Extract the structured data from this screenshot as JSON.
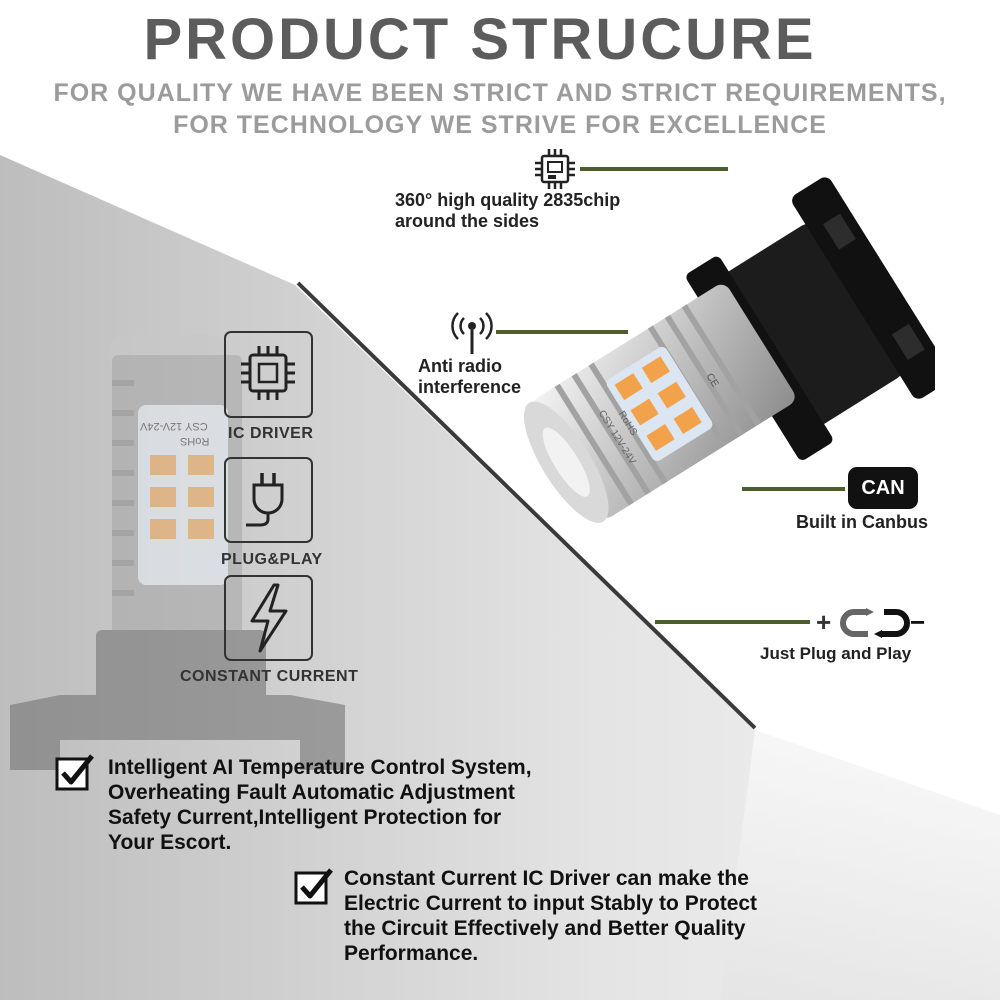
{
  "header": {
    "title": "PRODUCT STRUCURE",
    "subtitle_line1": "FOR QUALITY WE HAVE BEEN STRICT AND STRICT REQUIREMENTS,",
    "subtitle_line2": "FOR TECHNOLOGY WE STRIVE FOR EXCELLENCE"
  },
  "features": {
    "chip_line1": "360° high quality 2835chip",
    "chip_line2": "around the sides",
    "radio_line1": "Anti radio",
    "radio_line2": "interference",
    "can_badge": "CAN",
    "canbus_label": "Built in Canbus",
    "plug_label": "Just Plug and Play",
    "plus_sign": "+",
    "minus_sign": "−"
  },
  "left_icons": {
    "ic_driver": "IC DRIVER",
    "plug_play": "PLUG&PLAY",
    "constant_current": "CONSTANT CURRENT"
  },
  "bulb": {
    "rohs": "RoHS",
    "voltage": "CSY 12V-24V",
    "ce": "CE"
  },
  "checklist": {
    "item1": [
      "Intelligent AI Temperature Control System,",
      "Overheating Fault Automatic Adjustment",
      "Safety Current,Intelligent Protection for",
      "Your Escort."
    ],
    "item2": [
      "Constant Current IC Driver can make the",
      "Electric Current to input Stably to Protect",
      "the Circuit Effectively and Better Quality",
      "Performance."
    ]
  },
  "colors": {
    "title_gray": "#5c5c5c",
    "subtitle_gray": "#9b9b9b",
    "leader_green": "#4d5e2d",
    "led_amber": "#f2a24a"
  }
}
